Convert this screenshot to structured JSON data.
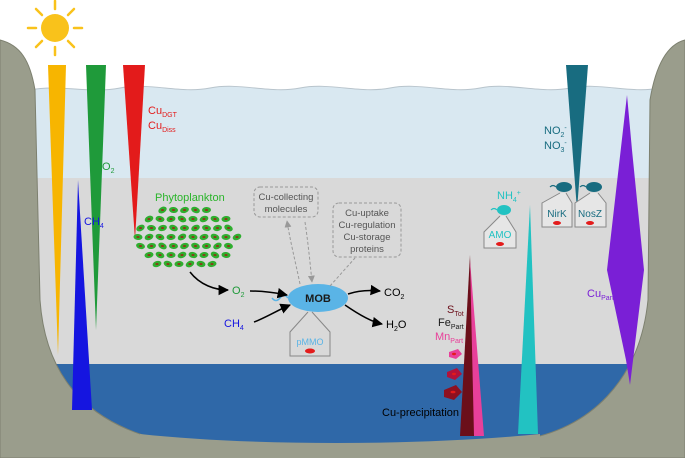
{
  "colors": {
    "sky": "#ffffff",
    "upper_water": "#d9e8f1",
    "middle_water": "#d9d9d9",
    "bottom_water": "#2f68a8",
    "rock": "#9a9d8c",
    "sun": "#f9c21b",
    "yellow_wedge": "#f7b500",
    "oxygen_green": "#1f9a3a",
    "copper_red": "#e31b1b",
    "methane_blue": "#1515e0",
    "sulfur_dark": "#6b0f1a",
    "iron_red": "#b3123a",
    "manganese_pink": "#e8409a",
    "ammonium_cyan": "#22c2c2",
    "nitrate_teal": "#186c80",
    "particulate_purple": "#7a1fd6",
    "mob_blue": "#5ab4e6",
    "gray_box": "#888888"
  },
  "labels": {
    "cu_dgt": {
      "main": "Cu",
      "sub": "DGT"
    },
    "cu_diss": {
      "main": "Cu",
      "sub": "Diss"
    },
    "o2_upper": {
      "main": "O",
      "sub": "2"
    },
    "ch4_left": {
      "main": "CH",
      "sub": "4"
    },
    "phytoplankton": "Phytoplankton",
    "o2_mid": {
      "main": "O",
      "sub": "2"
    },
    "ch4_mid": {
      "main": "CH",
      "sub": "4"
    },
    "mob": "MOB",
    "pmmo": "pMMO",
    "co2": {
      "main": "CO",
      "sub": "2"
    },
    "h2o": {
      "main": "H",
      "sub": "2",
      "tail": "O"
    },
    "cu_collecting": [
      "Cu-collecting",
      "molecules"
    ],
    "cu_proteins": [
      "Cu-uptake",
      "Cu-regulation",
      "Cu-storage",
      "proteins"
    ],
    "s_tot": {
      "main": "S",
      "sub": "Tot"
    },
    "fe_part": {
      "main": "Fe",
      "sub": "Part"
    },
    "mn_part": {
      "main": "Mn",
      "sub": "Part"
    },
    "cu_precipitation": "Cu-precipitation",
    "nh4": {
      "main": "NH",
      "sub": "4",
      "sup": "+"
    },
    "amo": "AMO",
    "no2": {
      "main": "NO",
      "sub": "2",
      "sup": "-"
    },
    "no3": {
      "main": "NO",
      "sub": "3",
      "sup": "-"
    },
    "nirk": "NirK",
    "nosz": "NosZ",
    "cu_part": {
      "main": "Cu",
      "sub": "Part"
    }
  }
}
